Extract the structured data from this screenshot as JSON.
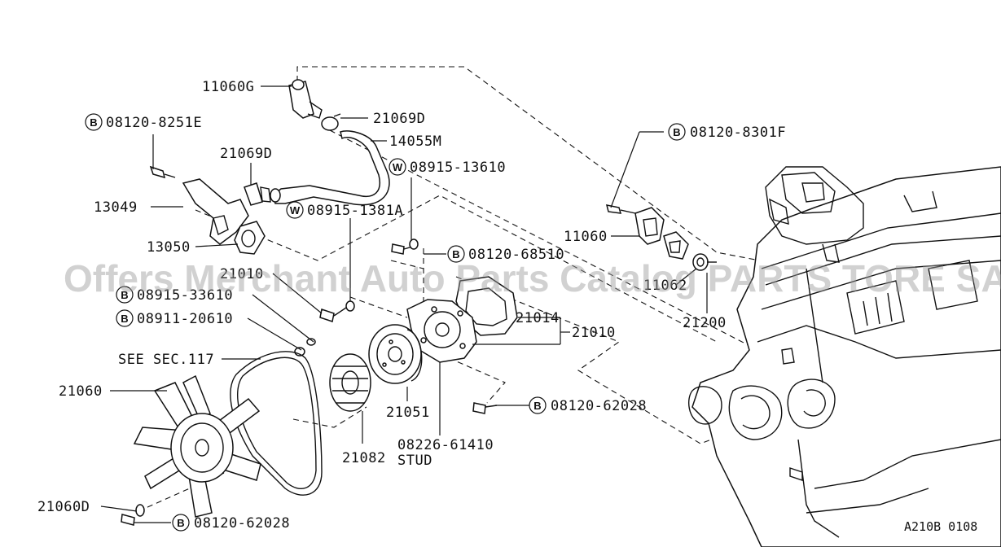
{
  "diagram": {
    "watermark": "Offers Merchant Auto Parts Catalog PARTS TORE SA",
    "footer_code": "A210B 0108",
    "symbols": {
      "bolt": "B",
      "washer": "W"
    },
    "labels": {
      "p11060g": "11060G",
      "p21069d_top": "21069D",
      "p14055m": "14055M",
      "p08120_8251e": "08120-8251E",
      "p21069d_left": "21069D",
      "p08915_13610": "08915-13610",
      "p13049": "13049",
      "p08915_1381a": "08915-1381A",
      "p13050": "13050",
      "p08120_68510": "08120-68510",
      "p21010_left": "21010",
      "p08915_33610": "08915-33610",
      "p08911_20610": "08911-20610",
      "p21014": "21014",
      "p21010_right": "21010",
      "see_sec": "SEE SEC.117",
      "p21060": "21060",
      "p21051": "21051",
      "p08120_62028_mid": "08120-62028",
      "p21082": "21082",
      "p08226_61410": "08226-61410",
      "stud": "STUD",
      "p21060d": "21060D",
      "p08120_62028_bot": "08120-62028",
      "p08120_8301f": "08120-8301F",
      "p11060": "11060",
      "p11062": "11062",
      "p21200": "21200"
    }
  }
}
